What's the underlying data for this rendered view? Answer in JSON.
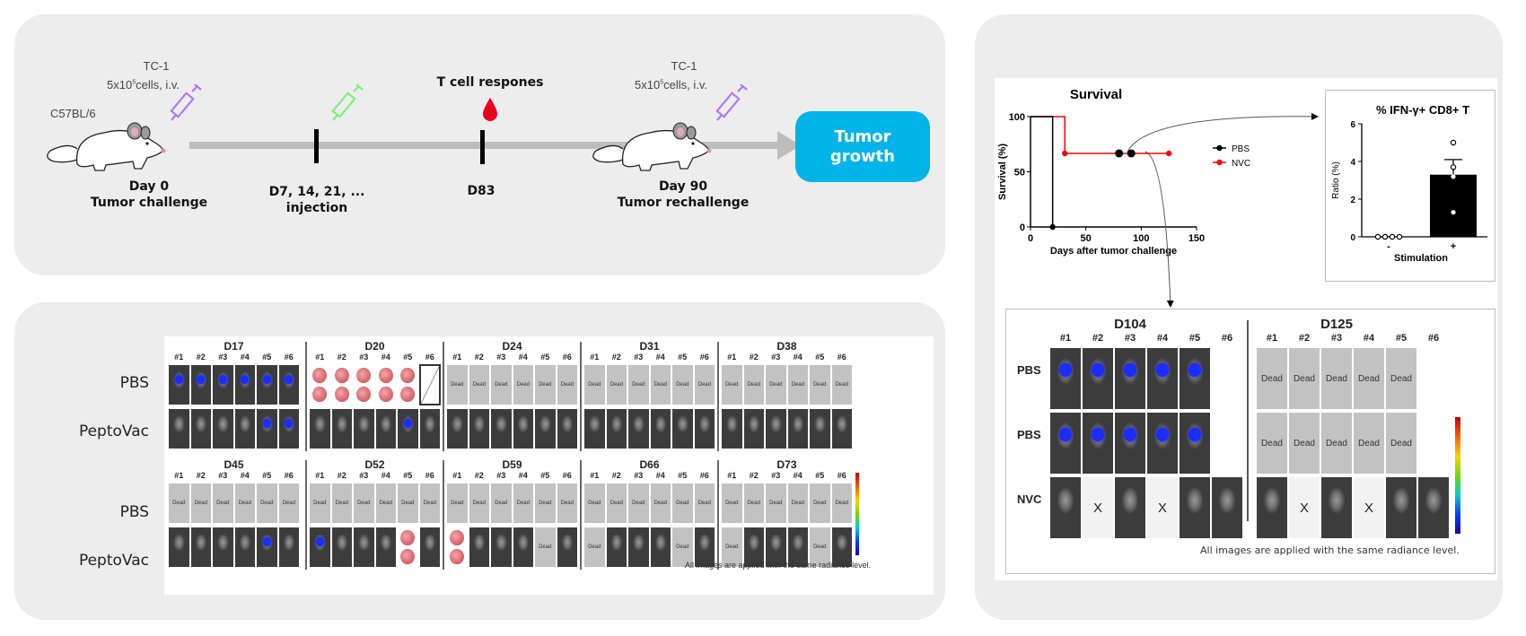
{
  "timeline": {
    "strain": "C57BL/6",
    "challenge": {
      "cell_line": "TC-1",
      "dose": "5x10",
      "dose_exp": "5",
      "dose_suffix": "cells, i.v.",
      "day": "Day  0",
      "label": "Tumor challenge",
      "syringe_color": "#a97cf6"
    },
    "injection": {
      "days": "D7, 14, 21, ...",
      "label": "injection",
      "syringe_color": "#7df07a"
    },
    "tcell": {
      "title": "T cell respones",
      "day": "D83",
      "drop_color": "#e8001c"
    },
    "rechallenge": {
      "cell_line": "TC-1",
      "dose": "5x10",
      "dose_exp": "5",
      "dose_suffix": "cells, i.v.",
      "day": "Day 90",
      "label": "Tumor rechallenge"
    },
    "outcome": {
      "line1": "Tumor",
      "line2": "growth",
      "color": "#00b3e8"
    }
  },
  "imaging_left": {
    "row_labels": [
      "PBS",
      "PeptoVac",
      "PBS",
      "PeptoVac"
    ],
    "mouse_ids": [
      "#1",
      "#2",
      "#3",
      "#4",
      "#5",
      "#6"
    ],
    "dead_label": "Dead",
    "note": "All images are applied with the same radiance level.",
    "rows": [
      {
        "groups": [
          {
            "day": "D17",
            "pbs": [
              "signal",
              "signal",
              "signal",
              "signal",
              "signal",
              "signal"
            ],
            "vac": [
              "none",
              "none",
              "none",
              "none",
              "signal",
              "signal"
            ]
          },
          {
            "day": "D20",
            "pbs": [
              "lung",
              "lung",
              "lung",
              "lung",
              "lung",
              "empty"
            ],
            "vac": [
              "none",
              "none",
              "none",
              "none",
              "signal",
              "none"
            ]
          },
          {
            "day": "D24",
            "pbs": [
              "dead",
              "dead",
              "dead",
              "dead",
              "dead",
              "dead"
            ],
            "vac": [
              "none",
              "none",
              "none",
              "none",
              "none",
              "none"
            ]
          },
          {
            "day": "D31",
            "pbs": [
              "dead",
              "dead",
              "dead",
              "dead",
              "dead",
              "dead"
            ],
            "vac": [
              "none",
              "none",
              "none",
              "none",
              "none",
              "none"
            ]
          },
          {
            "day": "D38",
            "pbs": [
              "dead",
              "dead",
              "dead",
              "dead",
              "dead",
              "dead"
            ],
            "vac": [
              "none",
              "none",
              "none",
              "none",
              "none",
              "none"
            ]
          }
        ]
      },
      {
        "groups": [
          {
            "day": "D45",
            "pbs": [
              "dead",
              "dead",
              "dead",
              "dead",
              "dead",
              "dead"
            ],
            "vac": [
              "none",
              "none",
              "none",
              "none",
              "signal",
              "none"
            ]
          },
          {
            "day": "D52",
            "pbs": [
              "dead",
              "dead",
              "dead",
              "dead",
              "dead",
              "dead"
            ],
            "vac": [
              "signal",
              "none",
              "none",
              "none",
              "lung",
              "none"
            ]
          },
          {
            "day": "D59",
            "pbs": [
              "dead",
              "dead",
              "dead",
              "dead",
              "dead",
              "dead"
            ],
            "vac": [
              "lung",
              "none",
              "none",
              "none",
              "dead",
              "none"
            ]
          },
          {
            "day": "D66",
            "pbs": [
              "dead",
              "dead",
              "dead",
              "dead",
              "dead",
              "dead"
            ],
            "vac": [
              "dead",
              "none",
              "none",
              "none",
              "dead",
              "none"
            ]
          },
          {
            "day": "D73",
            "pbs": [
              "dead",
              "dead",
              "dead",
              "dead",
              "dead",
              "dead"
            ],
            "vac": [
              "dead",
              "none",
              "none",
              "none",
              "dead",
              "none"
            ]
          }
        ]
      }
    ]
  },
  "survival": {
    "chart_data": {
      "type": "line",
      "title": "Survival",
      "xlabel": "Days after tumor challenge",
      "ylabel": "Survival (%)",
      "xlim": [
        0,
        150
      ],
      "ylim": [
        0,
        100
      ],
      "xticks": [
        0,
        50,
        100,
        150
      ],
      "yticks": [
        0,
        50,
        100
      ],
      "legend_position": "right",
      "series": [
        {
          "name": "PBS",
          "color": "#000000",
          "step": [
            [
              0,
              100
            ],
            [
              20,
              100
            ],
            [
              20,
              0
            ]
          ],
          "markers": [
            [
              20,
              0
            ]
          ]
        },
        {
          "name": "NVC",
          "color": "#ff0000",
          "step": [
            [
              0,
              100
            ],
            [
              31,
              100
            ],
            [
              31,
              66.7
            ],
            [
              125,
              66.7
            ]
          ],
          "markers": [
            [
              31,
              66.7
            ],
            [
              80,
              66.7
            ],
            [
              91,
              66.7
            ],
            [
              125,
              66.7
            ]
          ]
        }
      ]
    }
  },
  "ifn": {
    "chart_data": {
      "type": "bar",
      "title": "% IFN-γ+ CD8+ T",
      "xlabel": "Stimulation",
      "ylabel": "Ratio (%)",
      "categories": [
        "-",
        "+"
      ],
      "values": [
        0,
        3.3
      ],
      "error_upper": [
        0,
        4.1
      ],
      "points": [
        [
          0,
          0,
          0,
          0
        ],
        [
          5.0,
          3.7,
          3.2,
          1.3
        ]
      ],
      "ylim": [
        0,
        6
      ],
      "yticks": [
        0,
        2,
        4,
        6
      ]
    }
  },
  "imaging_right": {
    "groups": [
      "D104",
      "D125"
    ],
    "mouse_ids": [
      "#1",
      "#2",
      "#3",
      "#4",
      "#5",
      "#6"
    ],
    "row_labels": [
      "PBS",
      "PBS",
      "NVC"
    ],
    "dead_label": "Dead",
    "x_label": "X",
    "cells": {
      "D104": [
        [
          "signal",
          "signal",
          "signal",
          "signal",
          "signal",
          "blank"
        ],
        [
          "signal",
          "signal",
          "signal",
          "signal",
          "signal",
          "blank"
        ],
        [
          "none",
          "x",
          "none",
          "x",
          "none",
          "none"
        ]
      ],
      "D125": [
        [
          "dead",
          "dead",
          "dead",
          "dead",
          "dead",
          "blank"
        ],
        [
          "dead",
          "dead",
          "dead",
          "dead",
          "dead",
          "blank"
        ],
        [
          "none",
          "x",
          "none",
          "x",
          "none",
          "none"
        ]
      ]
    },
    "note": "All images are applied with the same radiance level."
  }
}
